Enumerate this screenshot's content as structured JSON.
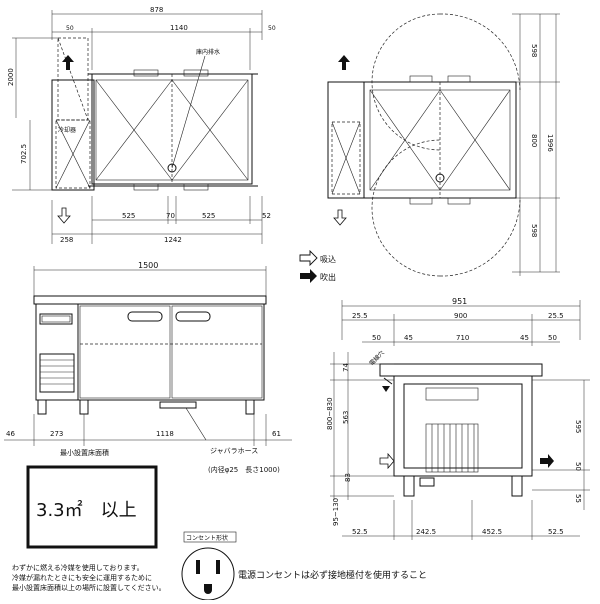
{
  "top_left": {
    "dim_top_878": "878",
    "dim_top_50a": "50",
    "dim_top_1140": "1140",
    "dim_top_50b": "50",
    "dim_left_2000": "2000",
    "dim_left_7025": "702.5",
    "dim_bot_525a": "525",
    "dim_bot_70": "70",
    "dim_bot_525b": "525",
    "dim_bot_52": "52",
    "dim_bot_258": "258",
    "dim_bot_1242": "1242",
    "label_drain": "庫内排水",
    "label_cooling": "冷却器"
  },
  "top_right": {
    "dim_598a": "598",
    "dim_800": "800",
    "dim_598b": "598",
    "dim_1996": "1996"
  },
  "legend": {
    "intake": "吸込",
    "exhaust": "吹出"
  },
  "front": {
    "dim_1500": "1500",
    "dim_46": "46",
    "dim_273": "273",
    "dim_1118": "1118",
    "dim_61": "61",
    "label_hose": "ジャバラホース",
    "label_hose_spec": "(内径φ25　長さ1000)",
    "label_min_area": "最小設置床面積",
    "area_value": "3.3㎡　以上",
    "warning_1": "わずかに燃える冷媒を使用しております。",
    "warning_2": "冷媒が漏れたときにも安全に運用するために",
    "warning_3": "最小設置床面積以上の場所に設置してください。"
  },
  "side": {
    "dim_951": "951",
    "dim_255a": "25.5",
    "dim_900": "900",
    "dim_255b": "25.5",
    "dim_50a": "50",
    "dim_45a": "45",
    "dim_710": "710",
    "dim_45b": "45",
    "dim_50b": "50",
    "dim_74": "74",
    "dim_800_830": "800~830",
    "dim_563": "563",
    "dim_595": "595",
    "dim_50c": "50",
    "dim_83": "83",
    "dim_55": "55",
    "dim_95_130": "95~130",
    "dim_525a": "52.5",
    "dim_2425": "242.5",
    "dim_4525": "452.5",
    "dim_525b": "52.5",
    "label_hole": "電線穴"
  },
  "outlet": {
    "label_shape": "コンセント形状",
    "notice": "電源コンセントは必ず接地極付を使用すること"
  }
}
